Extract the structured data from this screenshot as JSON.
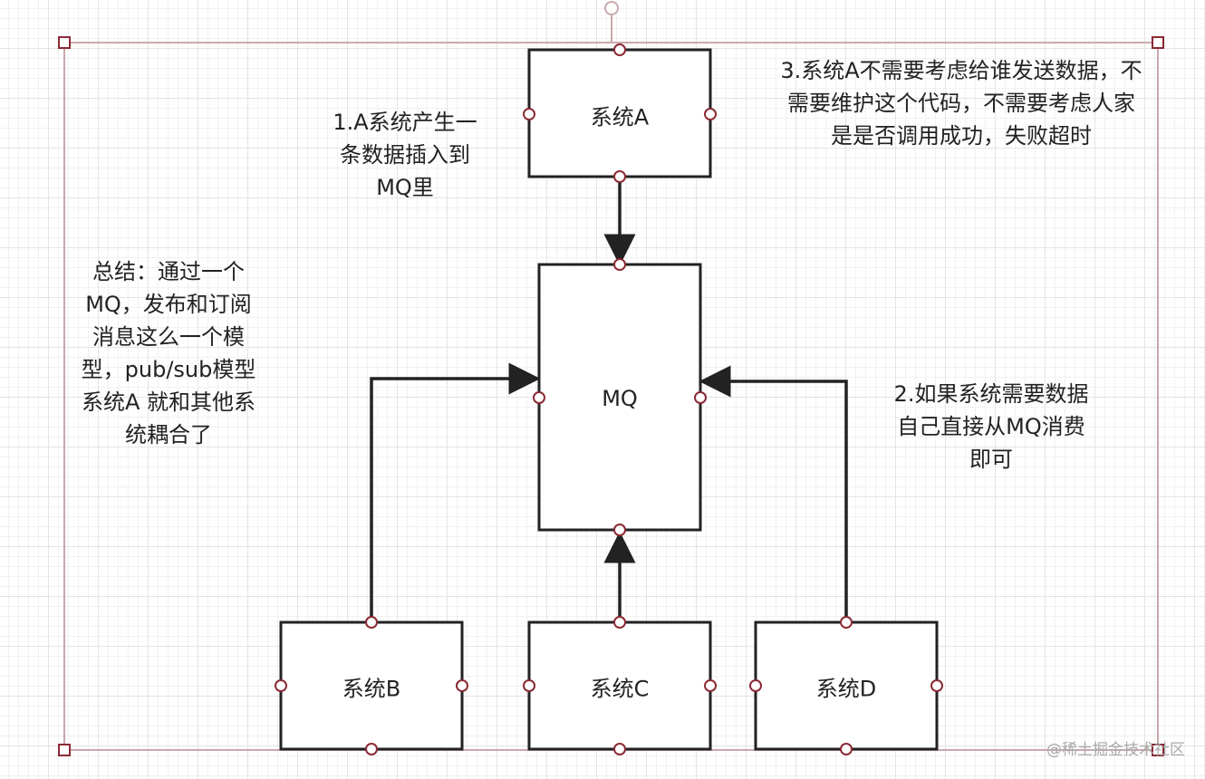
{
  "boxes": {
    "system_a": "系统A",
    "mq": "MQ",
    "system_b": "系统B",
    "system_c": "系统C",
    "system_d": "系统D"
  },
  "notes": {
    "step1": [
      "1.A系统产生一",
      "条数据插入到",
      "MQ里"
    ],
    "step2": [
      "2.如果系统需要数据",
      "自己直接从MQ消费",
      "即可"
    ],
    "step3": [
      "3.系统A不需要考虑给谁发送数据，不",
      "需要维护这个代码，不需要考虑人家",
      "是是否调用成功，失败超时"
    ],
    "summary": [
      "总结：通过一个",
      "MQ，发布和订阅",
      "消息这么一个模",
      "型，pub/sub模型",
      "系统A 就和其他系",
      "统耦合了"
    ]
  },
  "watermark": "@稀土掘金技术社区",
  "colors": {
    "box_stroke": "#222222",
    "connector_point": "#8b2a35",
    "selection_frame": "#c9a9ac",
    "grid": "#e4e4e4"
  }
}
